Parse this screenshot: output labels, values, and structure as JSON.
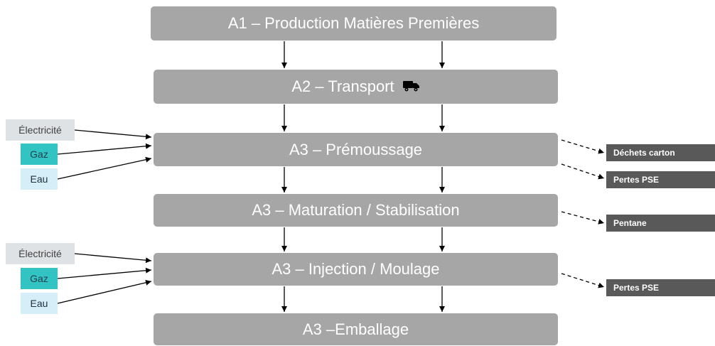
{
  "steps": [
    {
      "label": "A1 – Production Matières Premières"
    },
    {
      "label": "A2 – Transport",
      "icon": "truck-icon"
    },
    {
      "label": "A3 – Prémoussage"
    },
    {
      "label": "A3 – Maturation / Stabilisation"
    },
    {
      "label": "A3 – Injection / Moulage"
    },
    {
      "label": "A3 –Emballage"
    }
  ],
  "inputs_premoussage": [
    "Électricité",
    "Gaz",
    "Eau"
  ],
  "inputs_injection": [
    "Électricité",
    "Gaz",
    "Eau"
  ],
  "outputs": {
    "premoussage": [
      "Déchets carton",
      "Pertes PSE"
    ],
    "maturation": [
      "Pentane"
    ],
    "injection": [
      "Pertes PSE"
    ]
  },
  "colors": {
    "step": "#a6a6a6",
    "electricite": "#dfe2e5",
    "gaz": "#33c3c3",
    "eau": "#d5eef8",
    "output": "#595959"
  }
}
